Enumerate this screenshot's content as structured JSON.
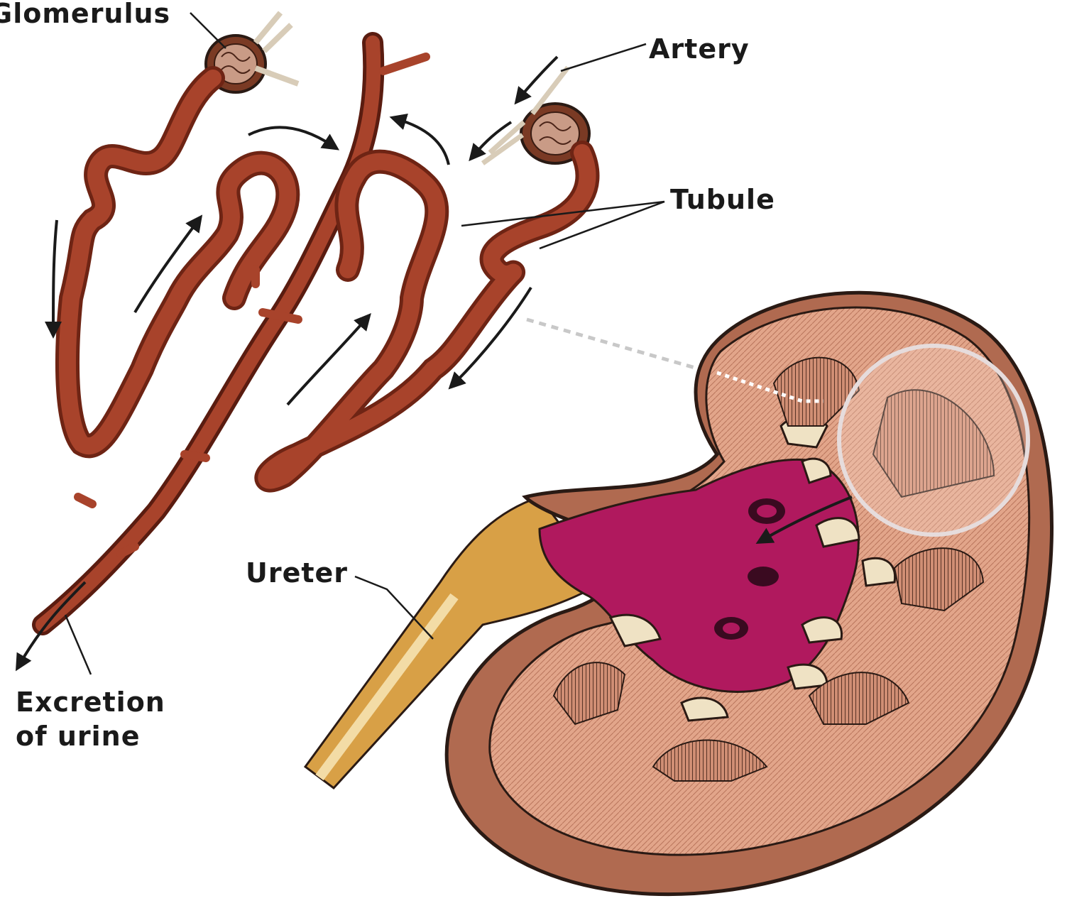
{
  "labels": {
    "glomerulus": "Glomerulus",
    "artery": "Artery",
    "tubule": "Tubule",
    "ureter": "Ureter",
    "excretion": "Excretion\nof urine"
  },
  "colors": {
    "tubule": "#a8432b",
    "tubule_dark": "#6e2414",
    "kidney_outer": "#c8826a",
    "kidney_cortex": "#e2a58a",
    "pelvis": "#b0195e",
    "ureter": "#d8a046",
    "calyx": "#efe2c4",
    "outline": "#2a1a14"
  },
  "icons": [
    "flow-arrow-icon",
    "magnifier-circle-icon"
  ]
}
